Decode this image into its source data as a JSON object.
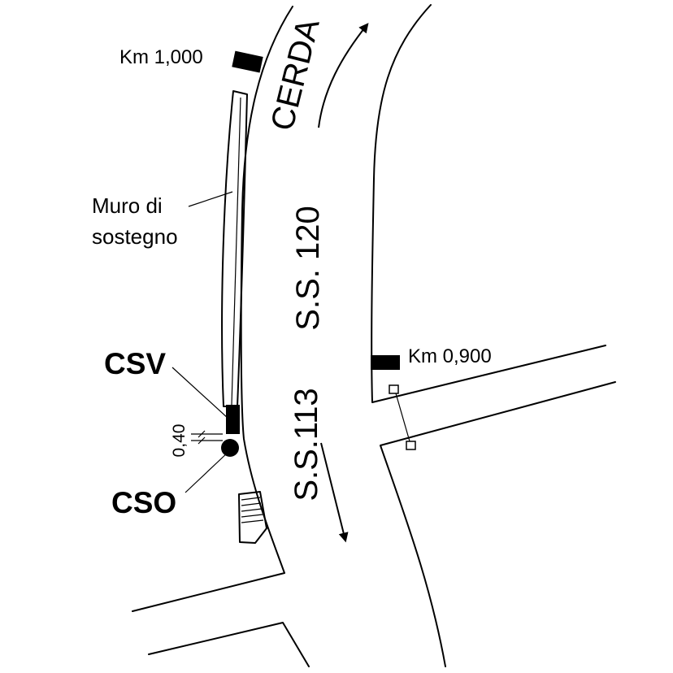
{
  "labels": {
    "road_cerda": "CERDA",
    "road_ss120": "S.S. 120",
    "road_ss113": "S.S.113",
    "km_1000": "Km 1,000",
    "km_0900": "Km 0,900",
    "wall_line1": "Muro di",
    "wall_line2": "sostegno",
    "csv": "CSV",
    "cso": "CSO",
    "dimension": "0,40"
  }
}
